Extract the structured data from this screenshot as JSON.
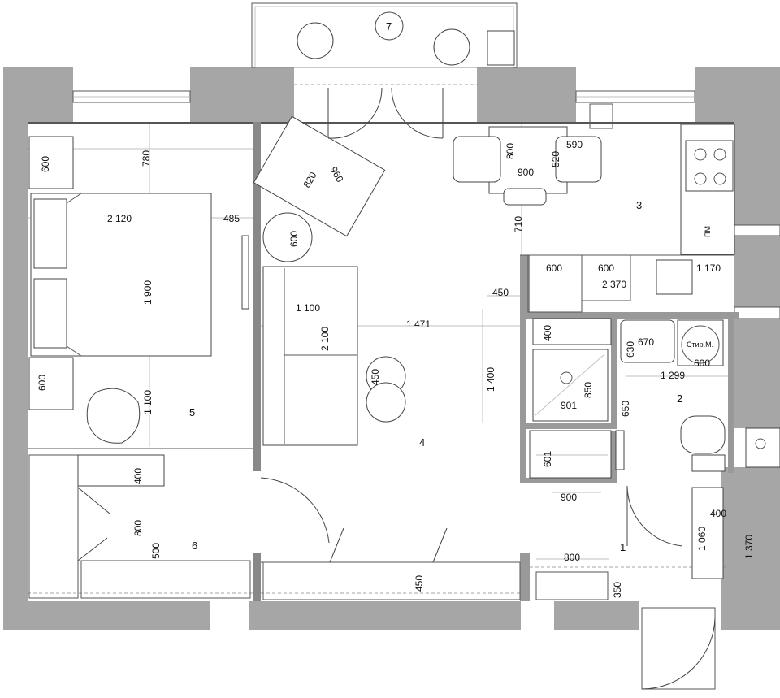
{
  "rooms": {
    "r1": "1",
    "r2": "2",
    "r3": "3",
    "r4": "4",
    "r5": "5",
    "r6": "6",
    "r7": "7"
  },
  "dims": {
    "d600a": "600",
    "d780": "780",
    "d2120": "2 120",
    "d485": "485",
    "d1900": "1 900",
    "d600b": "600",
    "d1100a": "1 100",
    "d400a": "400",
    "d800a": "800",
    "d500": "500",
    "d820": "820",
    "d960": "960",
    "d600c": "600",
    "d1100b": "1 100",
    "d2100": "2 100",
    "d1471": "1 471",
    "d450a": "450",
    "d450b": "450",
    "d800b": "800",
    "d900a": "900",
    "d520": "520",
    "d590": "590",
    "d710": "710",
    "d600d": "600",
    "d600e": "600",
    "d2370": "2 370",
    "d1170": "1 170",
    "d1400": "1 400",
    "d400b": "400",
    "d630": "630",
    "d670": "670",
    "d600f": "600",
    "d850": "850",
    "d901": "901",
    "d1299": "1 299",
    "d650": "650",
    "d601": "601",
    "d900b": "900",
    "d400c": "400",
    "d1060": "1 060",
    "d1370": "1 370",
    "d800c": "800",
    "d350": "350",
    "d450c": "450"
  },
  "labels": {
    "washer": "Стир.М.",
    "fridge": "ПМ"
  }
}
